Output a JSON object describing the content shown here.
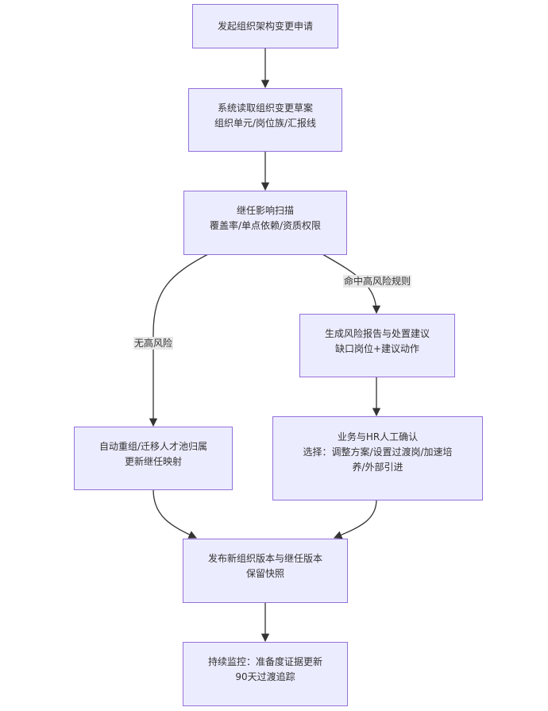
{
  "diagram": {
    "type": "flowchart",
    "direction": "top-down",
    "colors": {
      "node_fill": "#ececff",
      "node_border": "#9370db",
      "edge": "#333333",
      "label_bg": "#e8e8e8",
      "text": "#333333"
    },
    "nodes": {
      "start": {
        "lines": [
          "发起组织架构变更申请"
        ]
      },
      "read_draft": {
        "lines": [
          "系统读取组织变更草案",
          "组织单元/岗位族/汇报线"
        ]
      },
      "scan": {
        "lines": [
          "继任影响扫描",
          "覆盖率/单点依赖/资质权限"
        ]
      },
      "risk_report": {
        "lines": [
          "生成风险报告与处置建议",
          "缺口岗位+建议动作"
        ]
      },
      "auto_reorg": {
        "lines": [
          "自动重组/迁移人才池归属",
          "更新继任映射"
        ]
      },
      "confirm": {
        "lines": [
          "业务与HR人工确认",
          "选择：调整方案/设置过渡岗/加速培",
          "养/外部引进"
        ]
      },
      "publish": {
        "lines": [
          "发布新组织版本与继任版本",
          "保留快照"
        ]
      },
      "monitor": {
        "lines": [
          "持续监控：准备度证据更新",
          "90天过渡追踪"
        ]
      }
    },
    "edges": [
      {
        "from": "start",
        "to": "read_draft",
        "label": ""
      },
      {
        "from": "read_draft",
        "to": "scan",
        "label": ""
      },
      {
        "from": "scan",
        "to": "auto_reorg",
        "label": "无高风险"
      },
      {
        "from": "scan",
        "to": "risk_report",
        "label": "命中高风险规则"
      },
      {
        "from": "risk_report",
        "to": "confirm",
        "label": ""
      },
      {
        "from": "auto_reorg",
        "to": "publish",
        "label": ""
      },
      {
        "from": "confirm",
        "to": "publish",
        "label": ""
      },
      {
        "from": "publish",
        "to": "monitor",
        "label": ""
      }
    ]
  }
}
